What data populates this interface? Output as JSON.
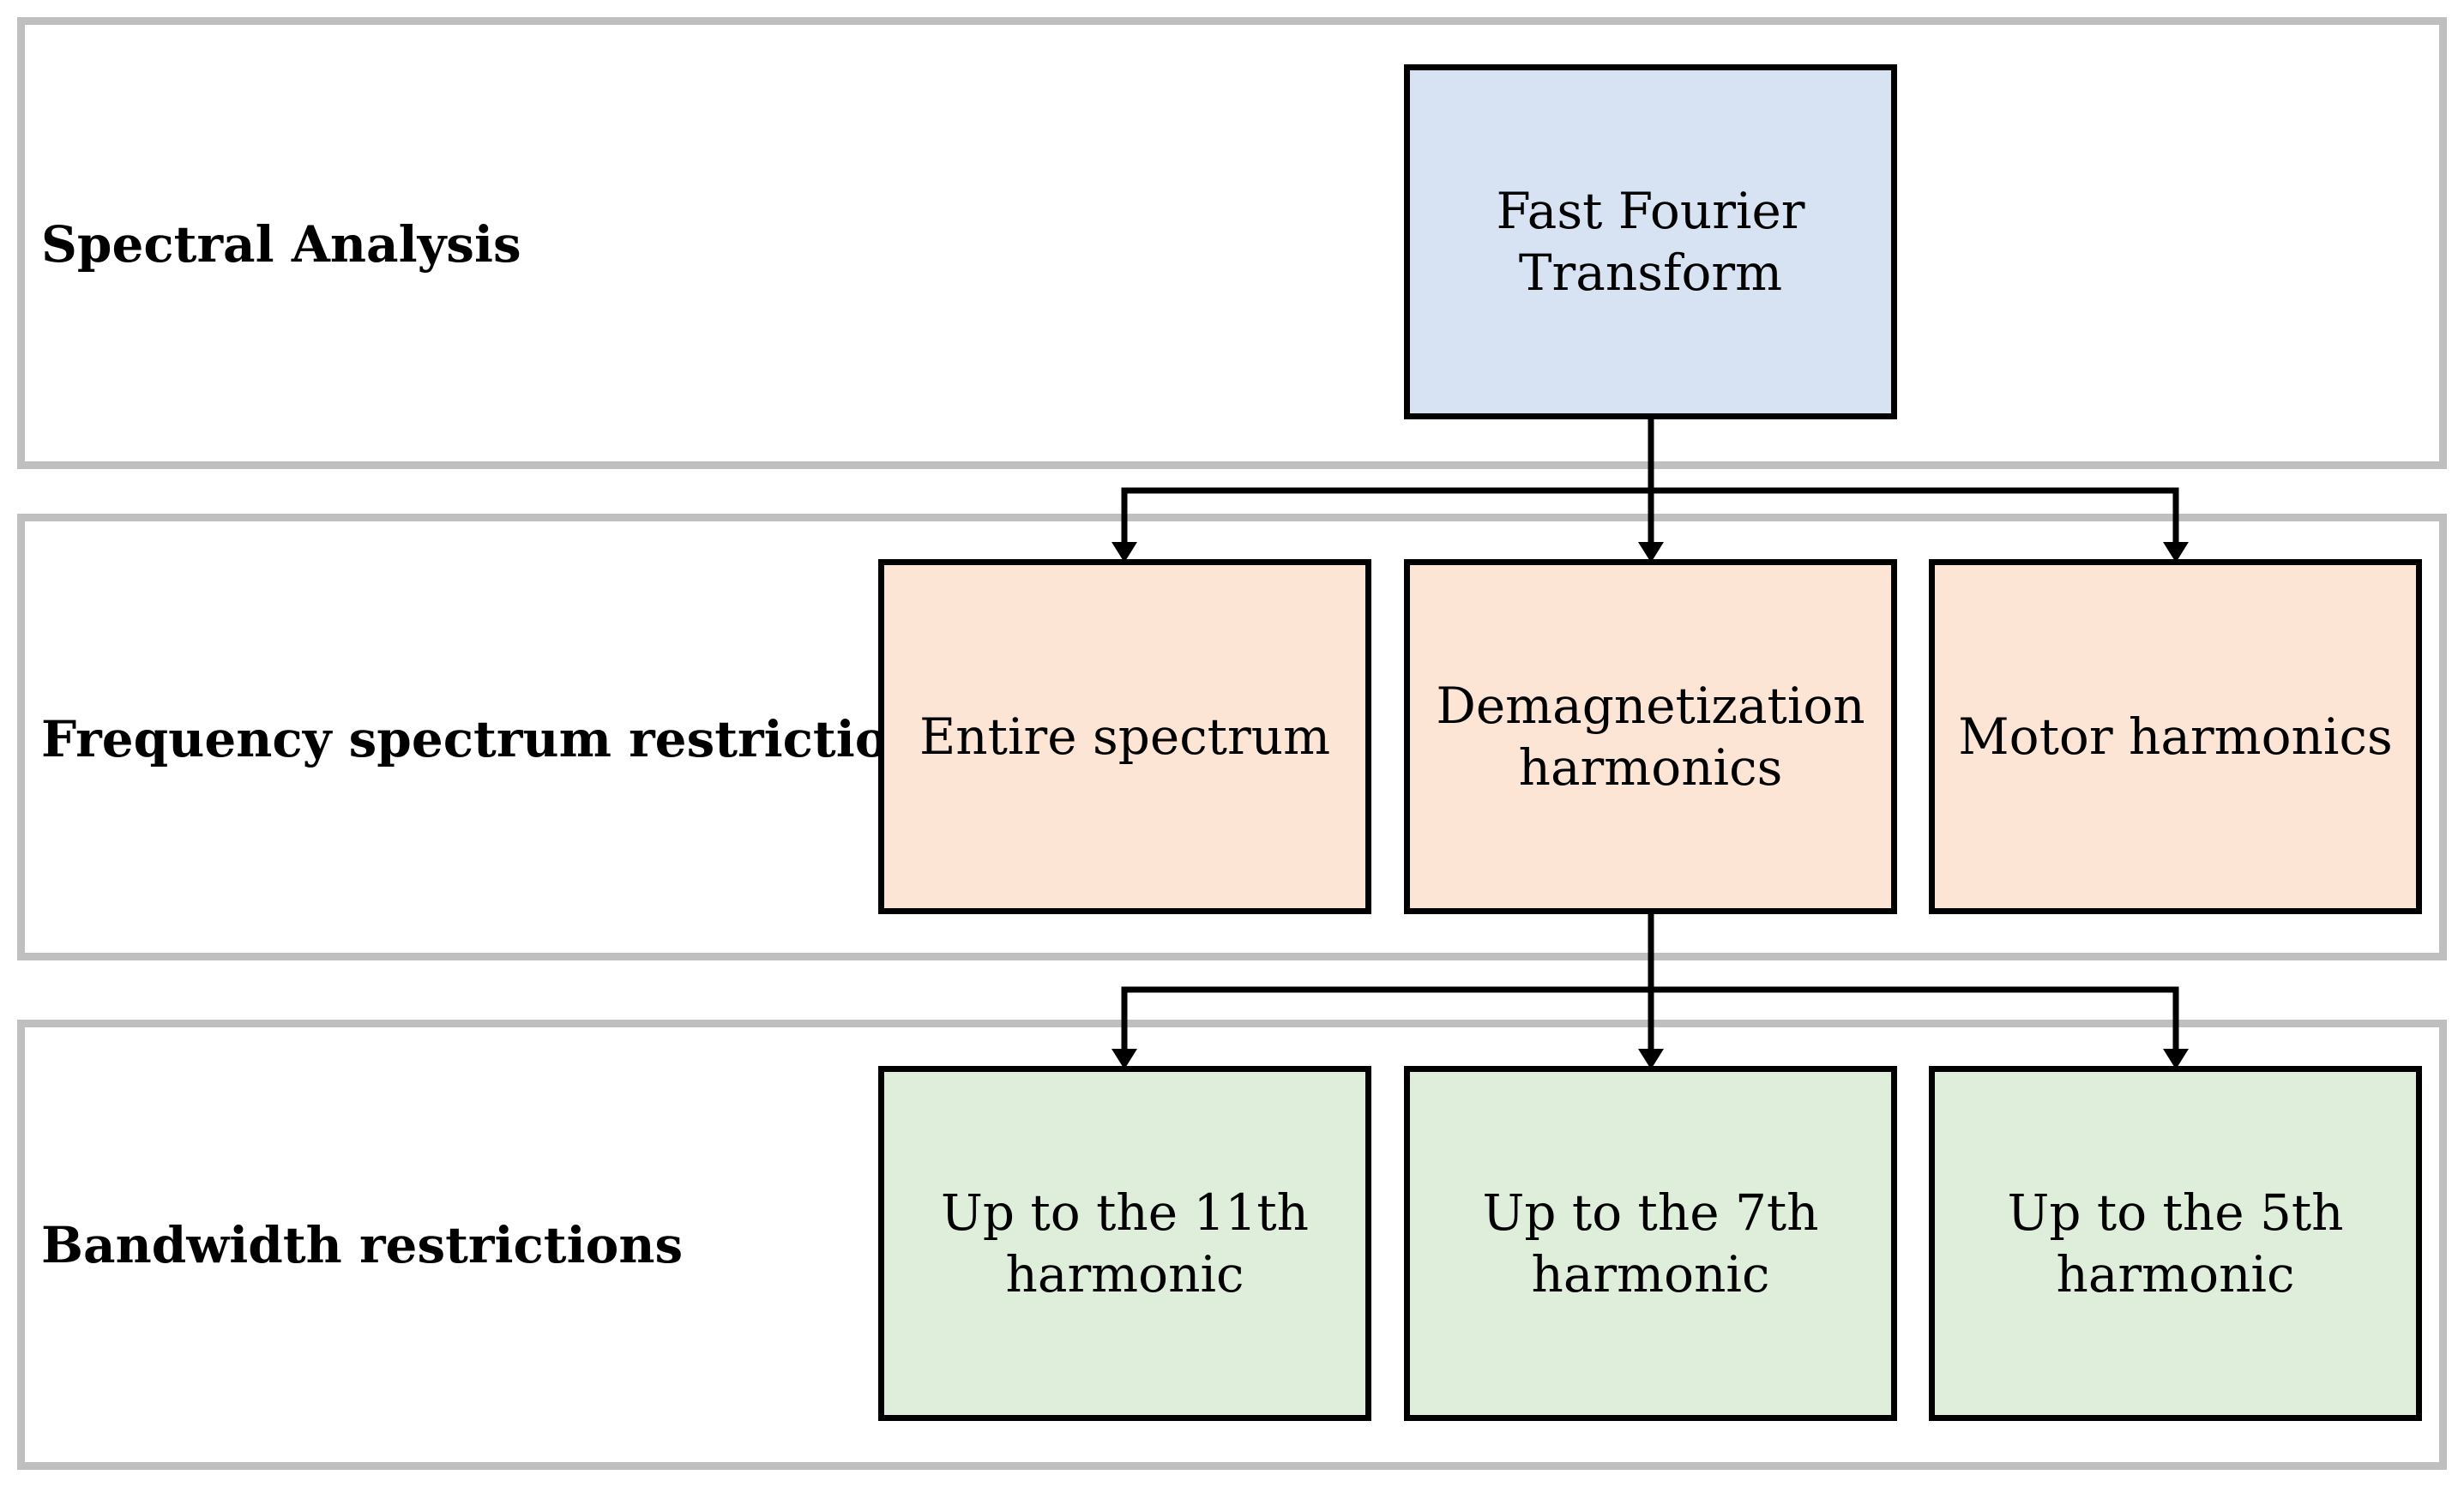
{
  "levels": {
    "spectral": "Spectral Analysis",
    "frequency": "Frequency spectrum restrictions",
    "bandwidth": "Bandwidth restrictions"
  },
  "nodes": {
    "fft": "Fast Fourier\nTransform",
    "entire": "Entire spectrum",
    "demag": "Demagnetization\nharmonics",
    "motor": "Motor harmonics",
    "h11": "Up to the 11th\nharmonic",
    "h7": "Up to the 7th\nharmonic",
    "h5": "Up to the 5th\nharmonic"
  },
  "colors": {
    "spectral_fill": "#d7e3f2",
    "frequency_fill": "#fde5d6",
    "bandwidth_fill": "#dfeedb",
    "band_border": "#bfbfbf",
    "line": "#000000"
  }
}
